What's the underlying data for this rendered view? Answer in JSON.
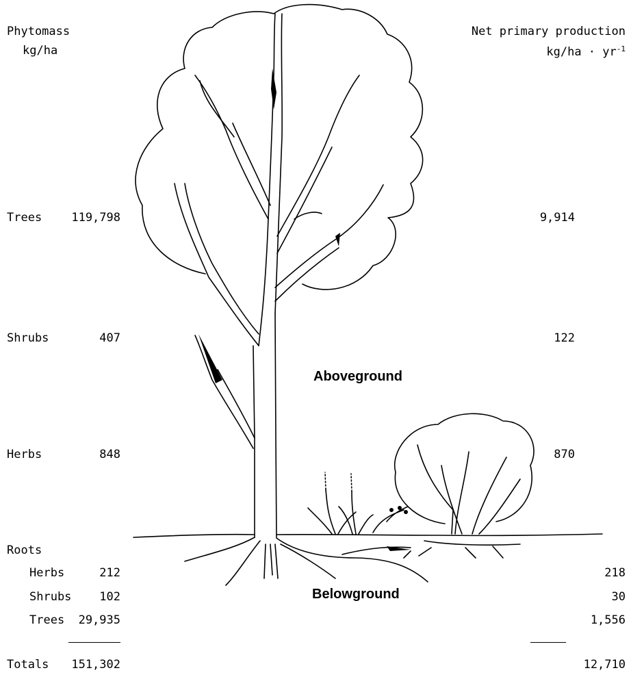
{
  "left_header": {
    "title": "Phytomass",
    "unit": "kg/ha"
  },
  "right_header": {
    "title": "Net primary production",
    "unit": "kg/ha · yr",
    "unit_exp": "-1"
  },
  "rows": [
    {
      "label": "Trees",
      "phytomass": "119,798",
      "npp": "9,914"
    },
    {
      "label": "Shrubs",
      "phytomass": "407",
      "npp": "122"
    },
    {
      "label": "Herbs",
      "phytomass": "848",
      "npp": "870"
    }
  ],
  "roots": {
    "label": "Roots",
    "items": [
      {
        "label": "Herbs",
        "phytomass": "212",
        "npp": "218"
      },
      {
        "label": "Shrubs",
        "phytomass": "102",
        "npp": "30"
      },
      {
        "label": "Trees",
        "phytomass": "29,935",
        "npp": "1,556"
      }
    ]
  },
  "totals": {
    "label": "Totals",
    "phytomass": "151,302",
    "npp": "12,710"
  },
  "zones": {
    "above": "Aboveground",
    "below": "Belowground"
  }
}
